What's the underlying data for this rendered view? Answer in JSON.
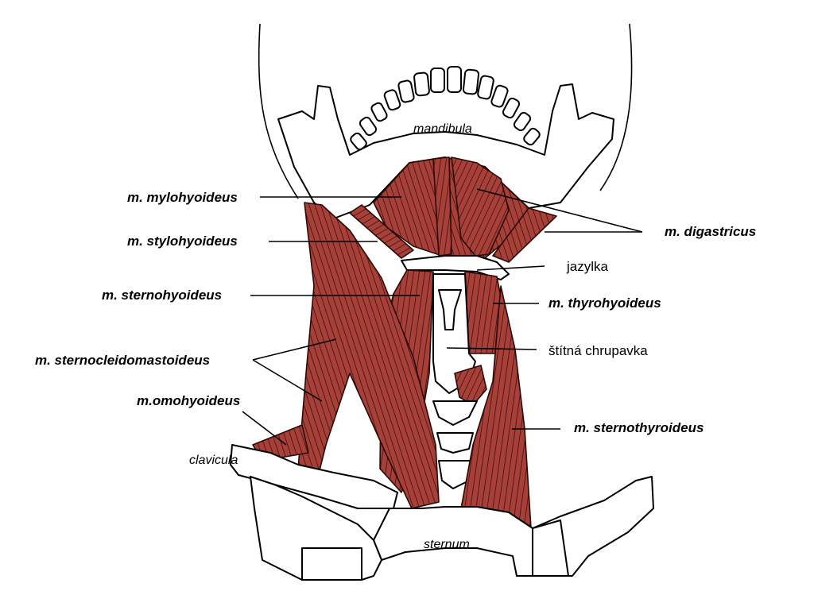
{
  "colors": {
    "muscle": "#a8403a",
    "muscle_dark": "#8f2f2a",
    "bone": "#ffffff",
    "outline": "#000000"
  },
  "labels": {
    "mandibula": "mandibula",
    "mylohyoideus": "m. mylohyoideus",
    "stylohyoideus": "m. stylohyoideus",
    "sternohyoideus": "m. sternohyoideus",
    "sternocleidomastoideus": "m. sternocleidomastoideus",
    "omohyoideus": "m.omohyoideus",
    "clavicula": "clavicula",
    "sternum": "sternum",
    "digastricus": "m. digastricus",
    "jazylka": "jazylka",
    "thyrohyoideus": "m. thyrohyoideus",
    "stitna_chrupavka": "štítná chrupavka",
    "sternothyroideus": "m. sternothyroideus"
  }
}
